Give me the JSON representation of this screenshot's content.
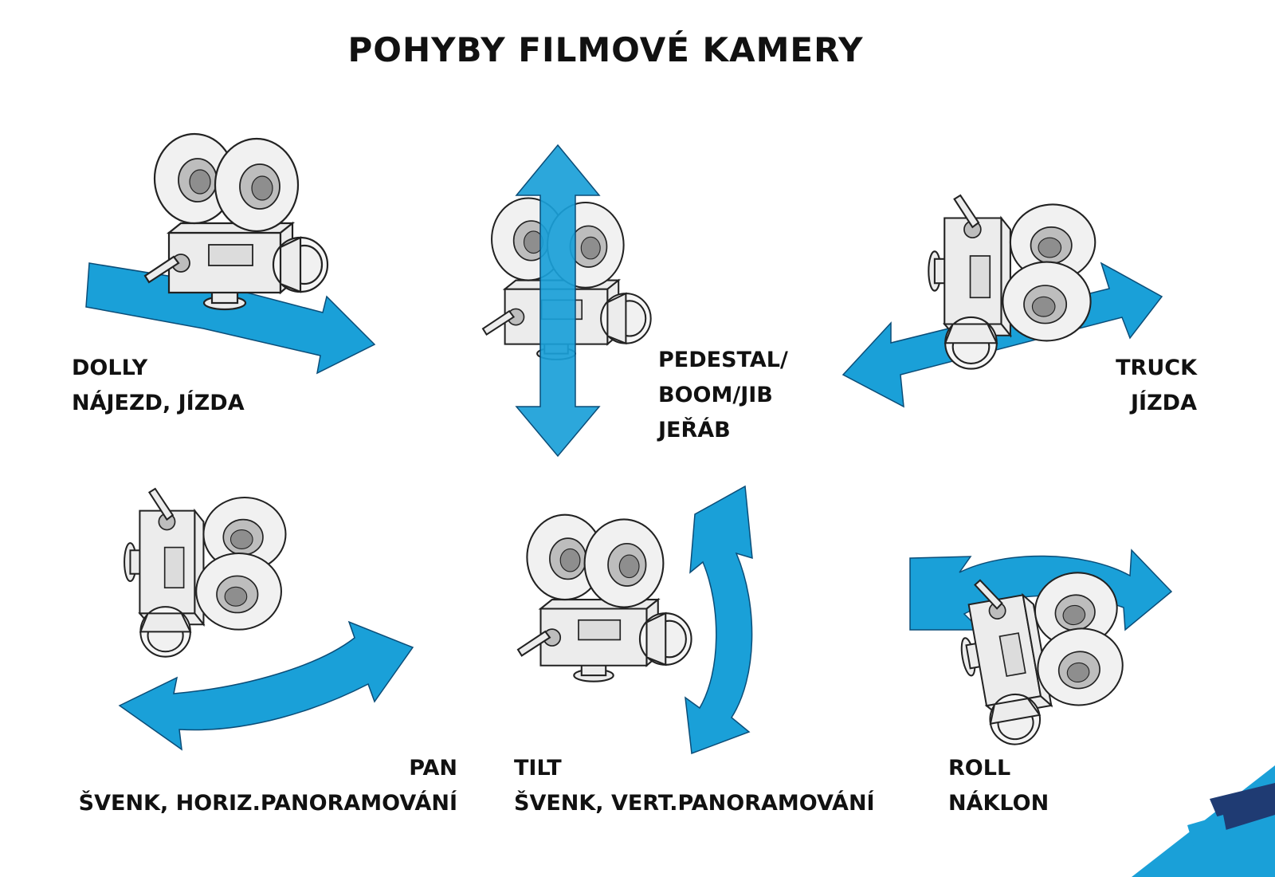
{
  "title": "POHYBY FILMOVÉ KAMERY",
  "colors": {
    "arrow": "#1aa0d8",
    "arrow_dark": "#0b4d78",
    "text": "#111111",
    "logo_dark": "#1f3b73",
    "logo_light": "#1aa0d8"
  },
  "movements": [
    {
      "id": "dolly",
      "lines": [
        "DOLLY",
        "NÁJEZD, JÍZDA"
      ]
    },
    {
      "id": "pedestal",
      "lines": [
        "PEDESTAL/",
        "BOOM/JIB",
        "JEŘÁB"
      ]
    },
    {
      "id": "truck",
      "lines": [
        "TRUCK",
        "JÍZDA"
      ]
    },
    {
      "id": "pan",
      "lines": [
        "PAN",
        "ŠVENK, HORIZ.PANORAMOVÁNÍ"
      ]
    },
    {
      "id": "tilt",
      "lines": [
        "TILT",
        "ŠVENK, VERT.PANORAMOVÁNÍ"
      ]
    },
    {
      "id": "roll",
      "lines": [
        "ROLL",
        "NÁKLON"
      ]
    }
  ],
  "icons": [
    "camera-icon",
    "double-arrow-icon",
    "curved-arrow-icon",
    "logo-icon"
  ]
}
